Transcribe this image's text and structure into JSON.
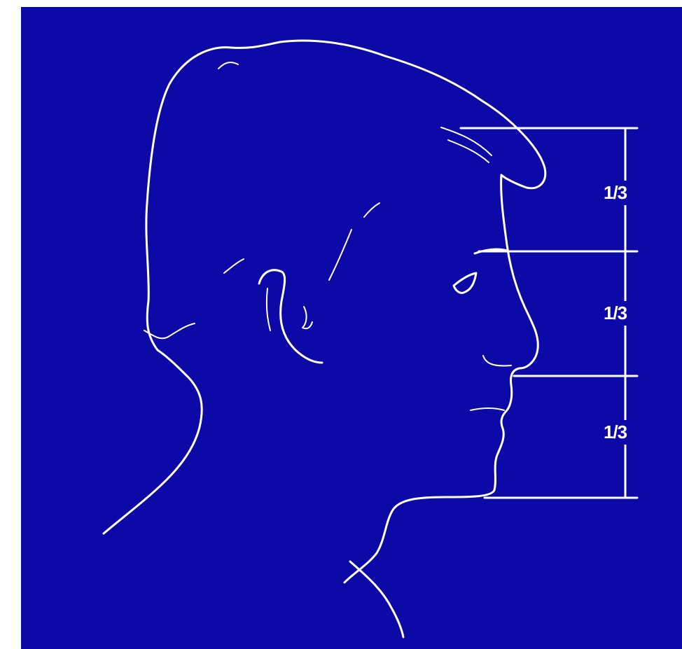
{
  "colors": {
    "background": "#0c09a6",
    "line": "#ffffff",
    "frame": "#ffffff"
  },
  "labels": {
    "upper": "1/3",
    "middle": "1/3",
    "lower": "1/3"
  }
}
